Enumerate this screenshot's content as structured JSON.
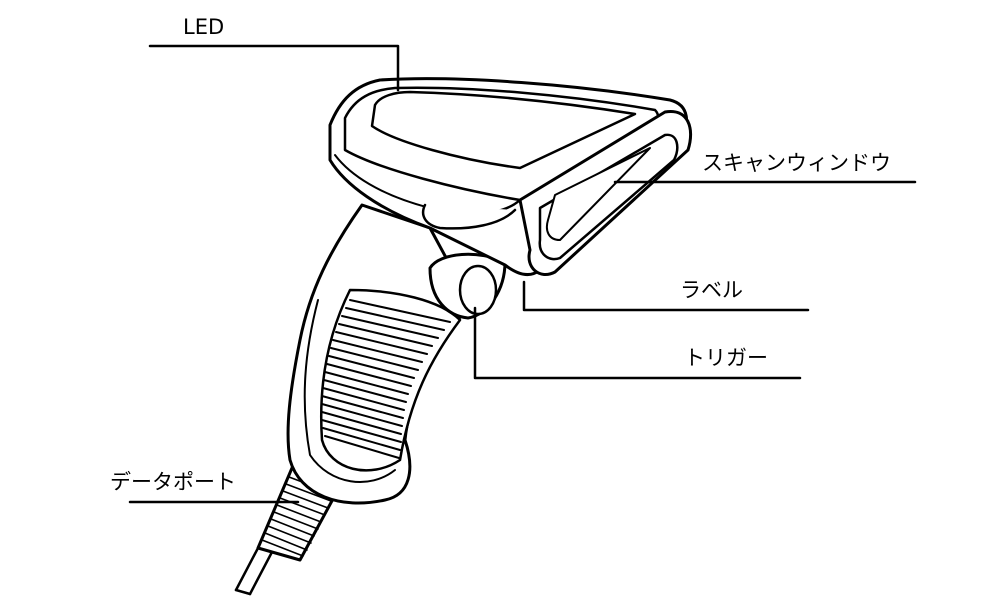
{
  "labels": {
    "led": "LED",
    "scan_window": "スキャンウィンドウ",
    "label": "ラベル",
    "trigger": "トリガー",
    "data_port": "データポート"
  },
  "colors": {
    "line": "#000000",
    "body_fill": "#ffffff"
  }
}
